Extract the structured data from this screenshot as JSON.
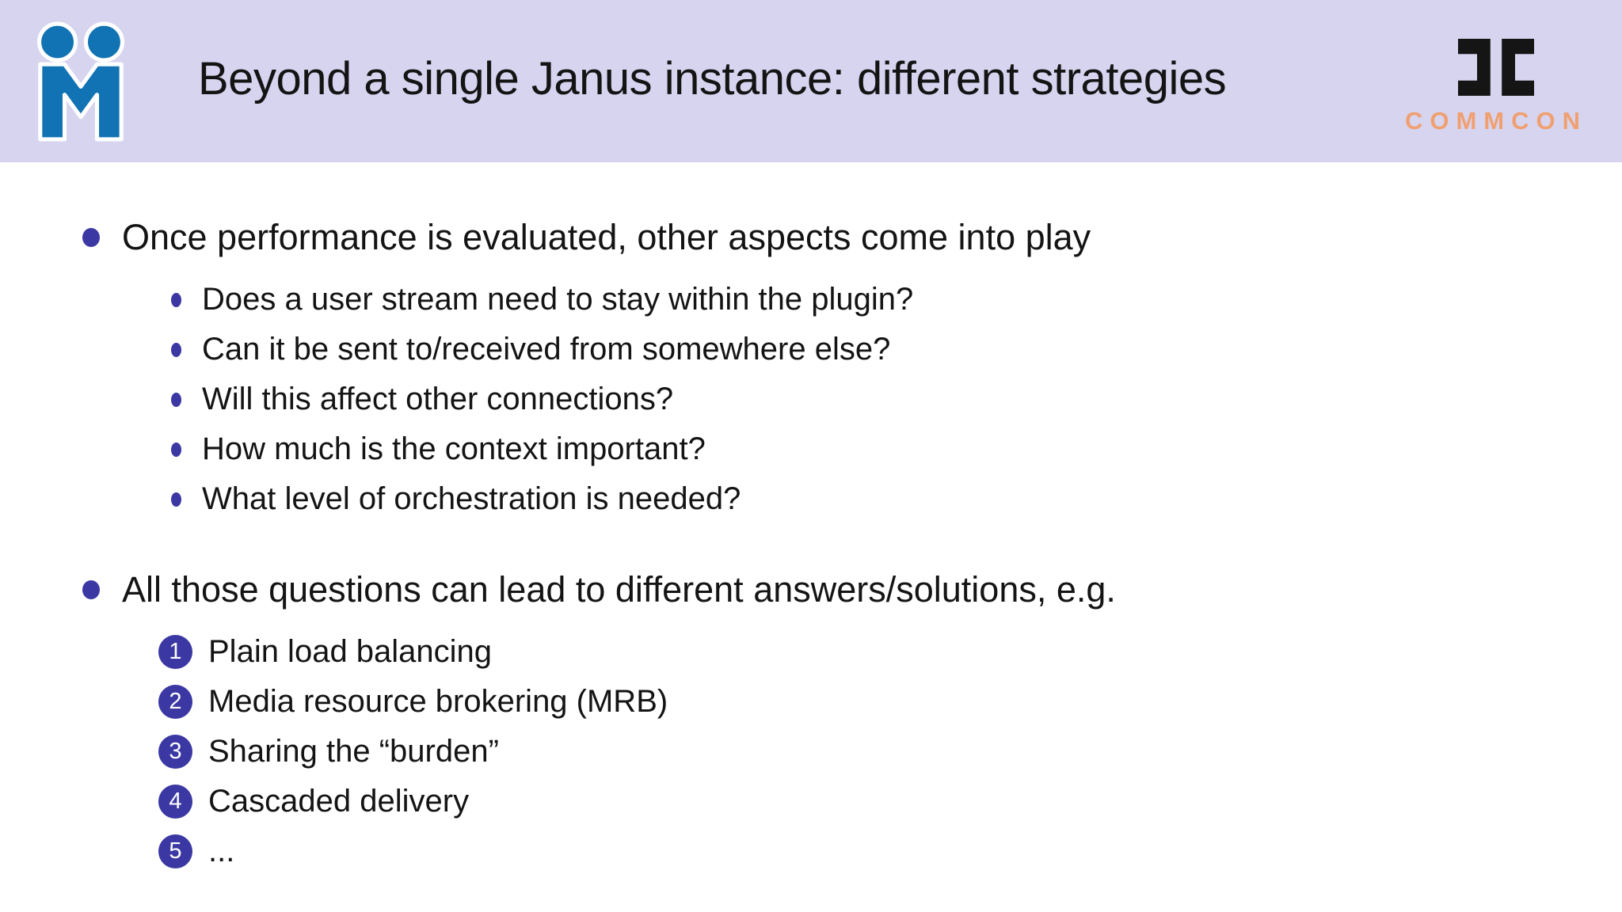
{
  "header": {
    "title": "Beyond a single Janus instance: different strategies",
    "commcon_wordmark": "COMMCON"
  },
  "content": {
    "sections": [
      {
        "text": "Once performance is evaluated, other aspects come into play",
        "items": [
          "Does a user stream need to stay within the plugin?",
          "Can it be sent to/received from somewhere else?",
          "Will this affect other connections?",
          "How much is the context important?",
          "What level of orchestration is needed?"
        ]
      },
      {
        "text": "All those questions can lead to different answers/solutions, e.g.",
        "items": [
          {
            "n": "1",
            "label": "Plain load balancing"
          },
          {
            "n": "2",
            "label": "Media resource brokering (MRB)"
          },
          {
            "n": "3",
            "label": "Sharing the “burden”"
          },
          {
            "n": "4",
            "label": "Cascaded delivery"
          },
          {
            "n": "5",
            "label": "..."
          }
        ]
      }
    ]
  },
  "icons": {
    "meetecho_logo": "meetecho-handshake-m-logo",
    "commcon_mark": "commcon-double-c-mark",
    "bullet": "round-bullet",
    "numbered_badge": "numbered-circle-badge"
  },
  "colors": {
    "header_bg": "#d7d4ef",
    "accent_indigo": "#3b38a4",
    "logo_blue": "#1173b4",
    "commcon_orange": "#f0a070",
    "commcon_mark_black": "#151515",
    "text": "#141414",
    "body_bg": "#ffffff"
  }
}
